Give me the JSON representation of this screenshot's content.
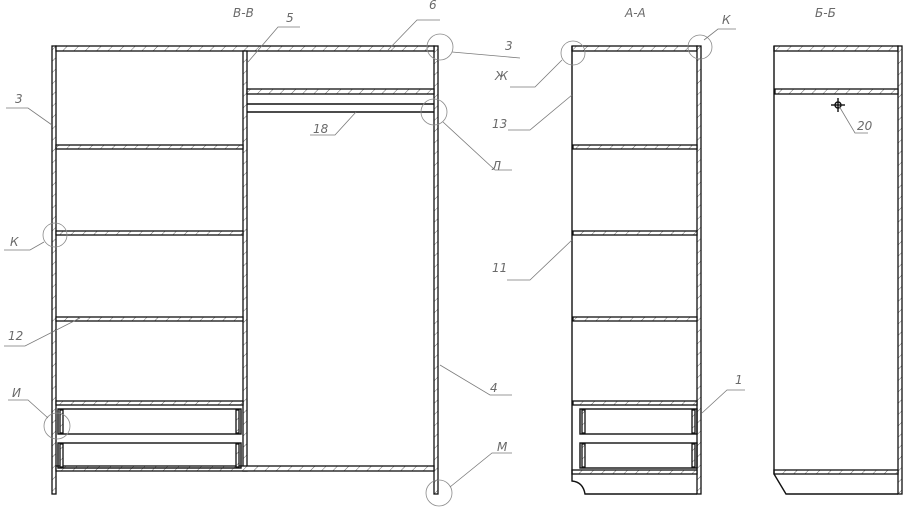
{
  "views": {
    "vv": {
      "title": "В-В",
      "labels": {
        "p5": "5",
        "p6": "6",
        "p3a": "3",
        "p3b": "3",
        "k": "К",
        "p12": "12",
        "i": "И",
        "p18": "18",
        "l": "Л",
        "p4": "4",
        "m": "М"
      }
    },
    "aa": {
      "title": "А-А",
      "labels": {
        "zh": "Ж",
        "p13": "13",
        "k": "К",
        "p11": "11",
        "p1": "1"
      }
    },
    "bb": {
      "title": "Б-Б",
      "labels": {
        "p20": "20"
      }
    }
  }
}
